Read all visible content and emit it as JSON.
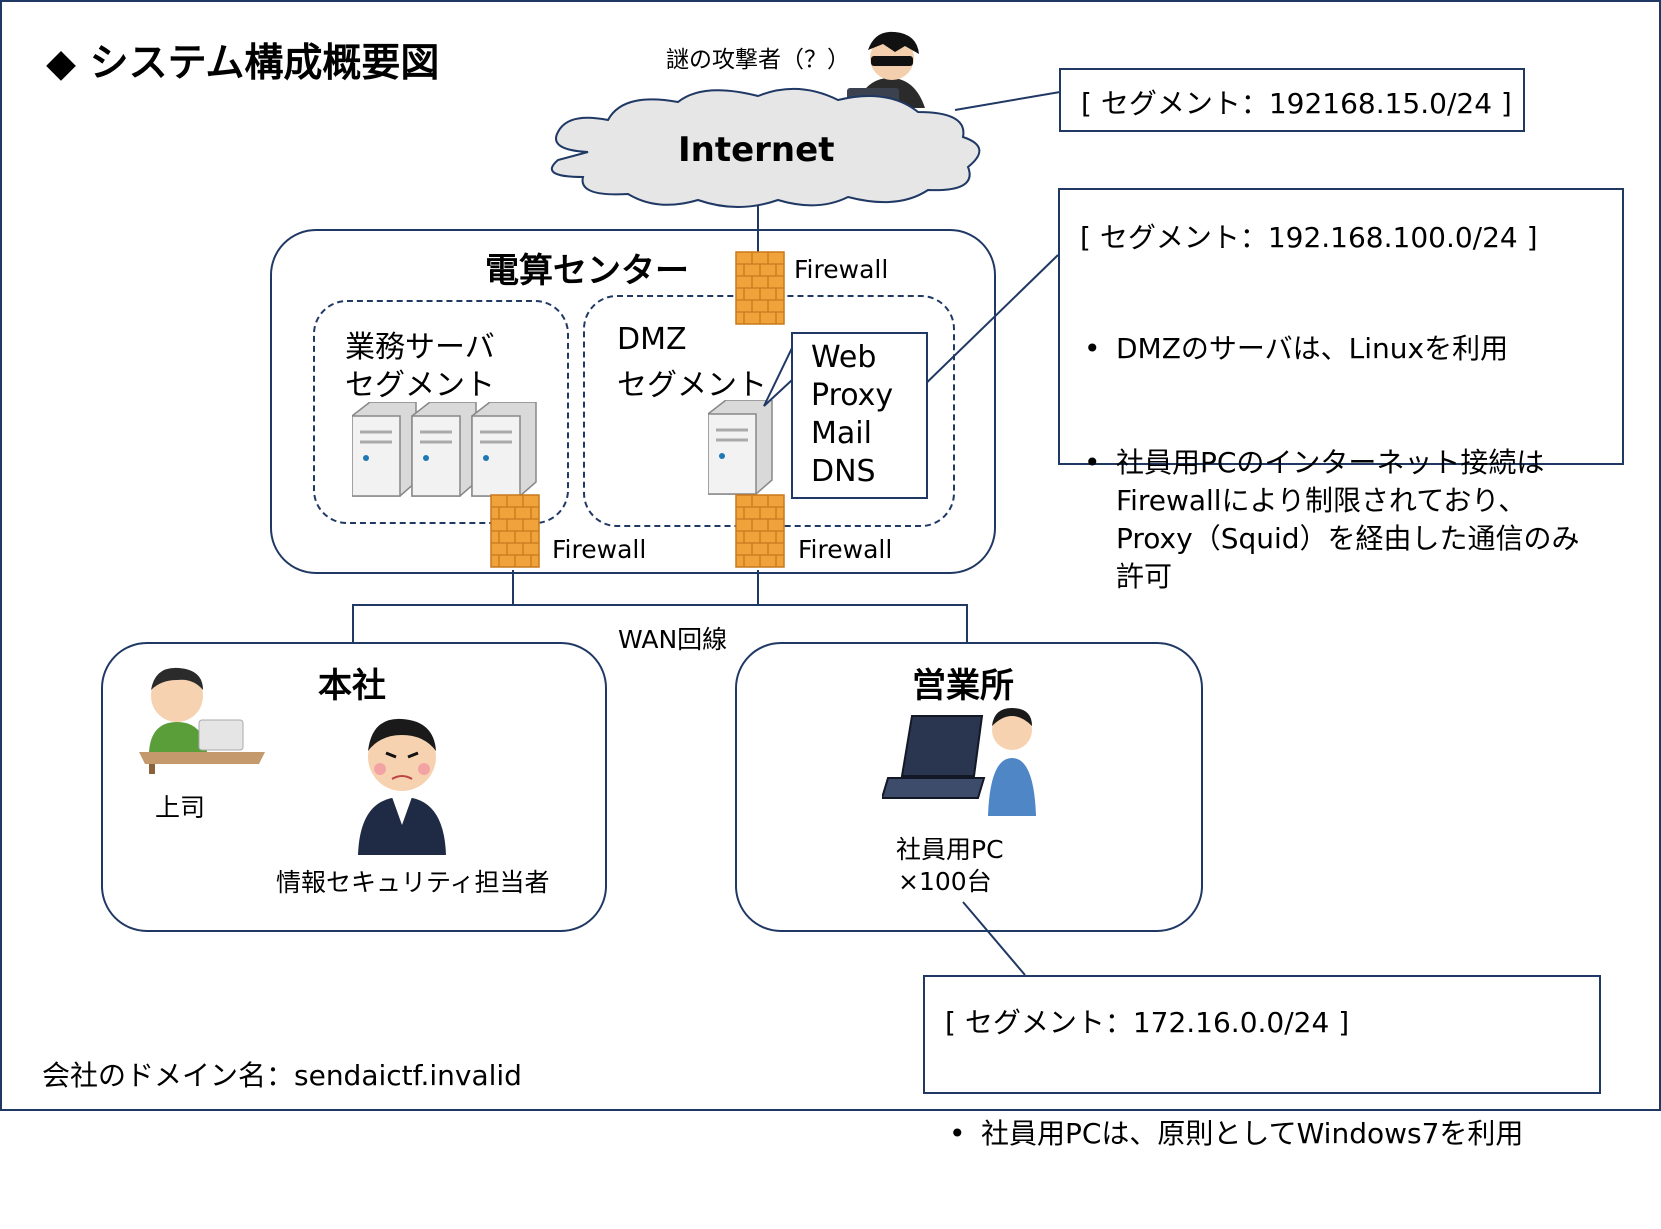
{
  "title": "◆ システム構成概要図",
  "attacker_label": "謎の攻撃者（？）",
  "internet_label": "Internet",
  "internet_segment": "[ セグメント：192168.15.0/24 ]",
  "datacenter": {
    "title": "電算センター",
    "business_segment": [
      "業務サーバ",
      "セグメント"
    ],
    "dmz_segment": [
      "DMZ",
      "セグメント"
    ],
    "dmz_services": [
      "Web",
      "Proxy",
      "Mail",
      "DNS"
    ],
    "firewall_label": "Firewall"
  },
  "dmz_info": {
    "segment": "[ セグメント：192.168.100.0/24 ]",
    "bullets": [
      "DMZのサーバは、Linuxを利用",
      "社員用PCのインターネット接続は\nFirewallにより制限されており、\nProxy（Squid）を経由した通信のみ\n許可"
    ]
  },
  "wan_label": "WAN回線",
  "headquarters": {
    "title": "本社",
    "boss_label": "上司",
    "security_label": "情報セキュリティ担当者"
  },
  "branch": {
    "title": "営業所",
    "pc_label": [
      "社員用PC",
      "×100台"
    ]
  },
  "branch_info": {
    "segment": "[ セグメント：172.16.0.0/24 ]",
    "bullets": [
      "社員用PCは、原則としてWindows7を利用"
    ]
  },
  "domain_line": "会社のドメイン名：sendaictf.invalid",
  "colors": {
    "frame": "#1f3864",
    "firewall": "#f0a33a",
    "cloud": "#e6e6e6"
  }
}
